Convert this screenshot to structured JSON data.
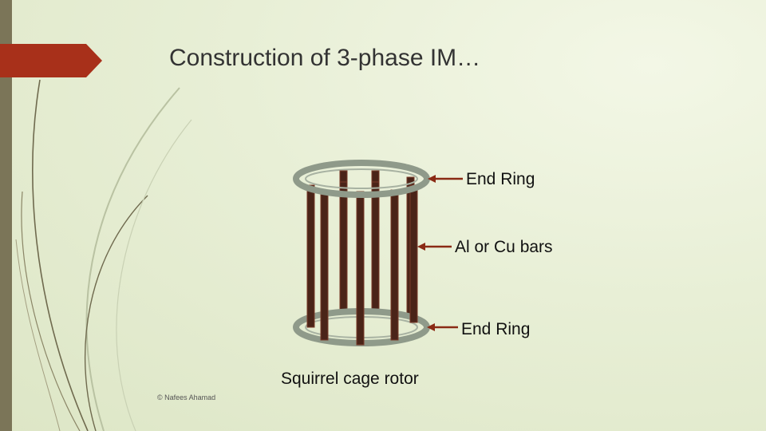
{
  "slide": {
    "title": "Construction of 3-phase IM…",
    "footer": "© Nafees Ahamad",
    "accent_color": "#a8301a",
    "strip_color": "#7b7558"
  },
  "diagram": {
    "labels": {
      "top_ring": "End Ring",
      "bars": "Al or Cu bars",
      "bottom_ring": "End Ring",
      "caption": "Squirrel cage rotor"
    },
    "colors": {
      "ring": "#8f9a8a",
      "ring_inner": "#a8b2a2",
      "bar": "#4a2418",
      "bar_highlight": "#7a3a28",
      "arrow": "#8a2a14"
    }
  }
}
